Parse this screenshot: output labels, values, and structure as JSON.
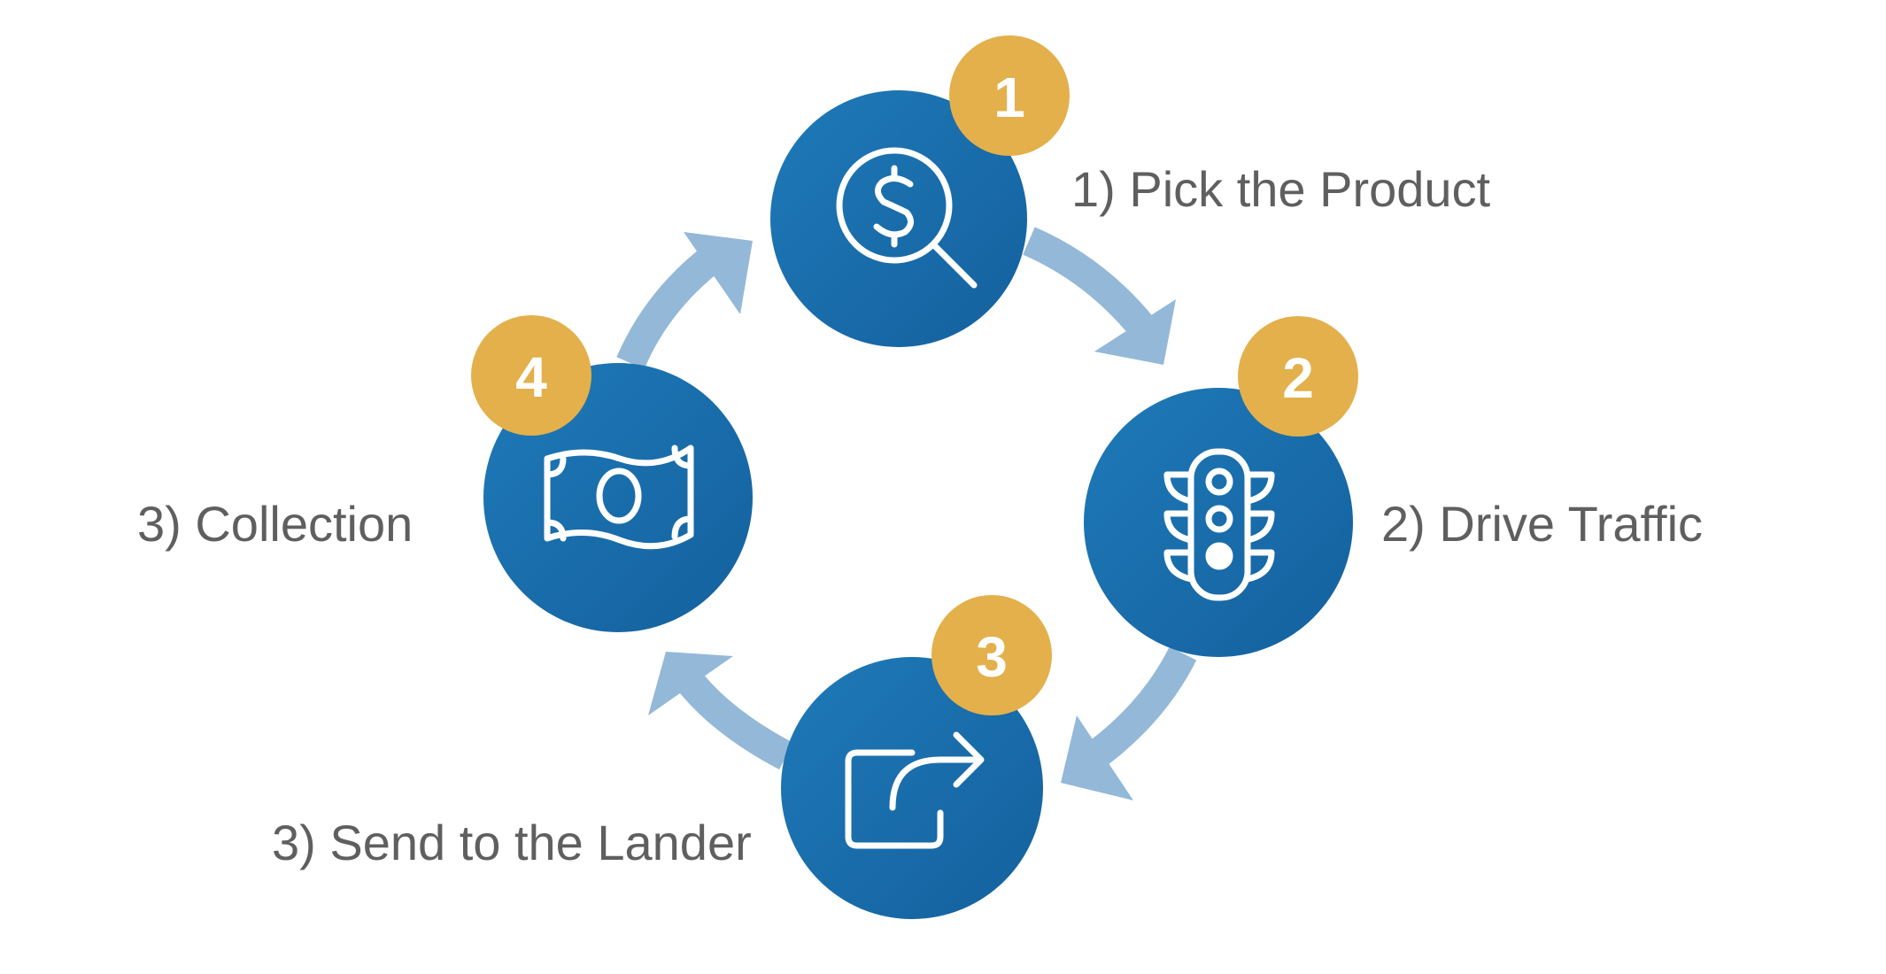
{
  "colors": {
    "circle": "#1b6fad",
    "circle_dark": "#14609e",
    "badge": "#e3b04b",
    "arrow": "#94b8d8",
    "icon_stroke": "#ffffff",
    "label_text": "#5f5f5f"
  },
  "steps": [
    {
      "number": "1",
      "label": "1) Pick the Product",
      "icon": "dollar-search-icon"
    },
    {
      "number": "2",
      "label": "2) Drive Traffic",
      "icon": "traffic-light-icon"
    },
    {
      "number": "3",
      "label": "3) Send to the Lander",
      "icon": "share-arrow-icon"
    },
    {
      "number": "4",
      "label": "3) Collection",
      "icon": "banknote-icon"
    }
  ]
}
